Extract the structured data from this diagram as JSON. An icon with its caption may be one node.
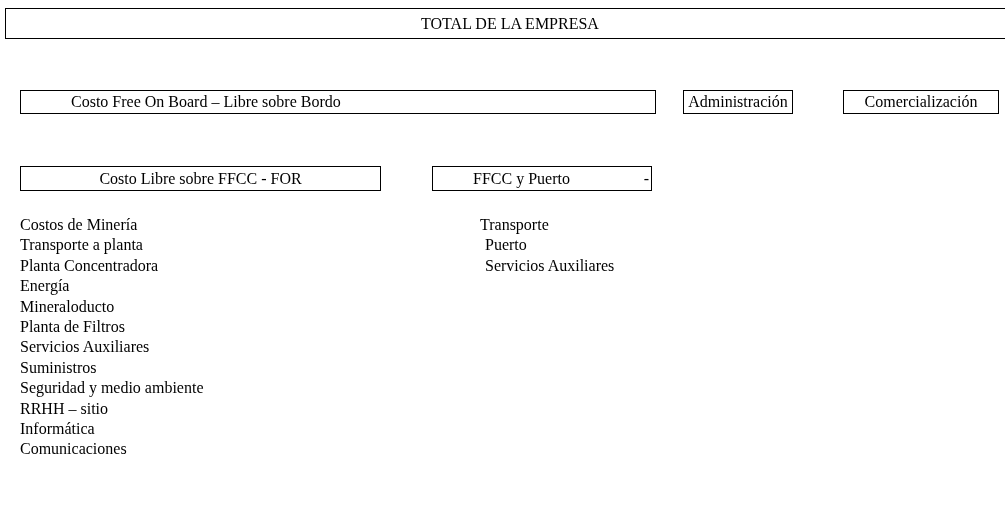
{
  "diagram": {
    "nodes": [
      {
        "text": [
          "TOTAL DE LA EMPRESA"
        ]
      },
      {
        "text": [
          "Costo Free On Board – Libre sobre Bordo"
        ]
      },
      {
        "text": [
          "Administración"
        ]
      },
      {
        "text": [
          "Comercialización"
        ]
      },
      {
        "text": [
          "Costo Libre sobre FFCC - FOR"
        ]
      },
      {
        "text": [
          "FFCC y Puerto",
          "-"
        ]
      }
    ],
    "labels": [
      "Costos de Minería",
      "Transporte a planta",
      "Planta Concentradora",
      "Energía",
      "Mineraloducto",
      "Planta de Filtros",
      "Servicios Auxiliares",
      "Suministros",
      "Seguridad y medio ambiente",
      "RRHH – sitio",
      "Informática",
      "Comunicaciones",
      "Transporte",
      "Puerto",
      "Servicios Auxiliares"
    ]
  }
}
